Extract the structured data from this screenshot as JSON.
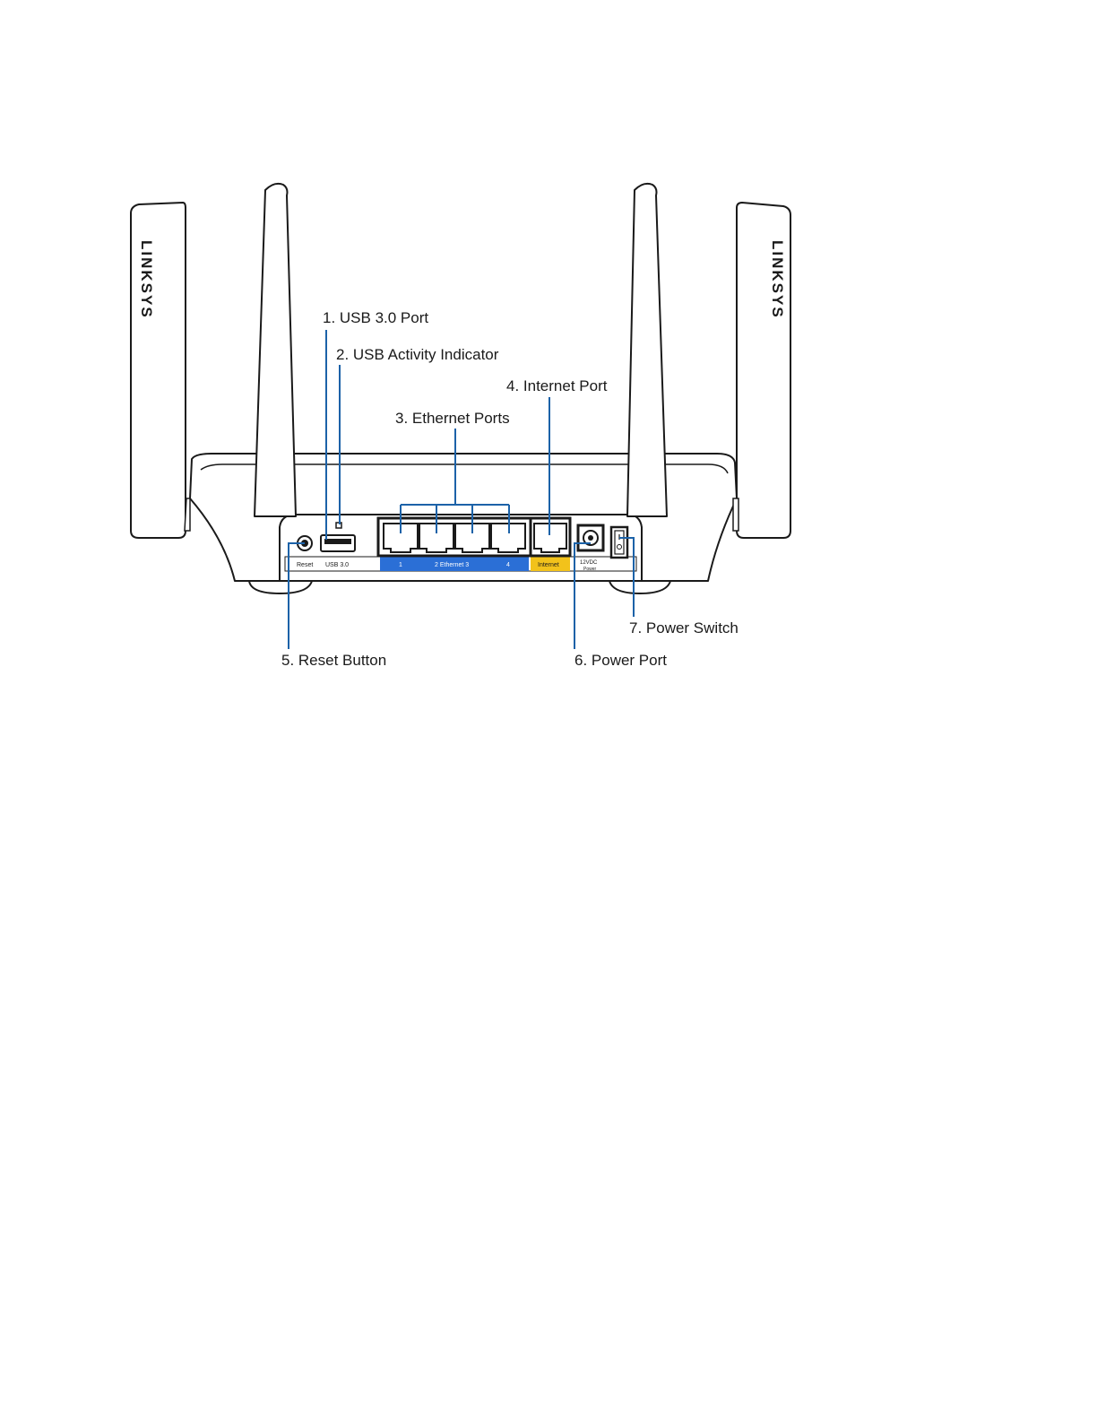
{
  "brand": {
    "logo_text": "LINKSYS"
  },
  "labels": {
    "reset": "Reset",
    "usb": "USB 3.0",
    "eth_1": "1",
    "eth_middle": "2  Ethernet 3",
    "eth_4": "4",
    "internet": "Internet",
    "power_volts": "12VDC",
    "power_word": "Power"
  },
  "callouts": [
    {
      "id": "usb-port",
      "text": "1. USB 3.0 Port"
    },
    {
      "id": "usb-activity-indicator",
      "text": "2. USB Activity Indicator"
    },
    {
      "id": "ethernet-ports",
      "text": "3. Ethernet Ports"
    },
    {
      "id": "internet-port",
      "text": "4. Internet Port"
    },
    {
      "id": "reset-button",
      "text": "5. Reset Button"
    },
    {
      "id": "power-port",
      "text": "6. Power Port"
    },
    {
      "id": "power-switch",
      "text": "7. Power Switch"
    }
  ],
  "colors": {
    "leader_line": "#1c62a8",
    "ethernet_strip": "#2b6fd6",
    "internet_strip": "#f2c21b",
    "outline": "#1a1a1a"
  }
}
